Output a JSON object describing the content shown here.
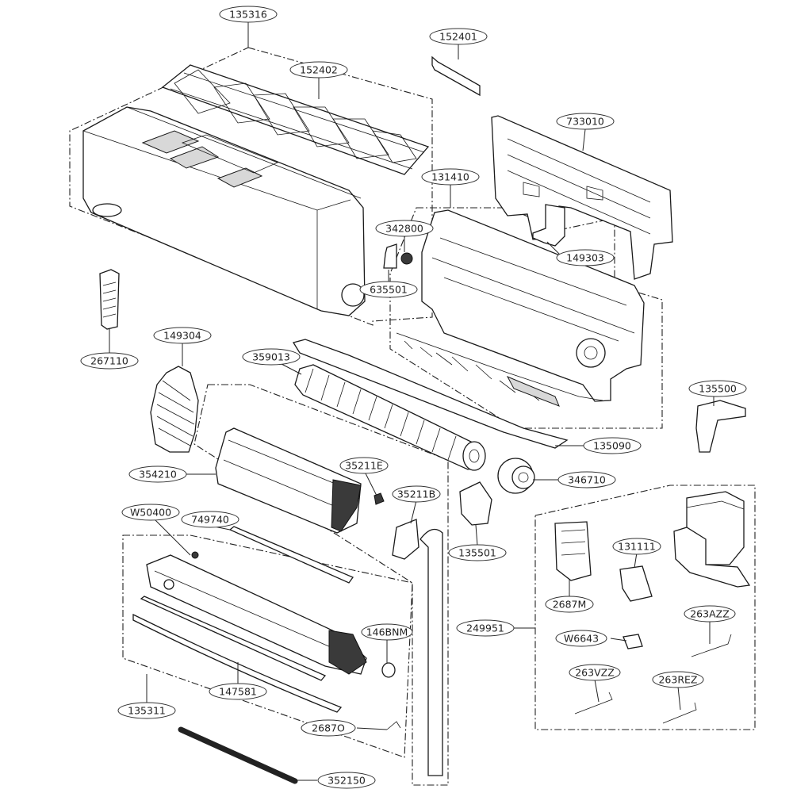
{
  "diagram": {
    "part_labels": {
      "p135316": "135316",
      "p152401": "152401",
      "p152402": "152402",
      "p733010": "733010",
      "p131410": "131410",
      "p342800": "342800",
      "p149303": "149303",
      "p635501": "635501",
      "p267110": "267110",
      "p149304": "149304",
      "p359013": "359013",
      "p135500": "135500",
      "p135090": "135090",
      "p35211E": "35211E",
      "p354210": "354210",
      "p346710": "346710",
      "p35211B": "35211B",
      "pW50400": "W50400",
      "p749740": "749740",
      "p135501": "135501",
      "p131111": "131111",
      "p2687M": "2687M",
      "p263AZZ": "263AZZ",
      "p249951": "249951",
      "pW6643": "W6643",
      "p146BNM": "146BNM",
      "p263VZZ": "263VZZ",
      "p263REZ": "263REZ",
      "p147581": "147581",
      "p135311": "135311",
      "p2687O": "2687O",
      "p352150": "352150"
    }
  }
}
